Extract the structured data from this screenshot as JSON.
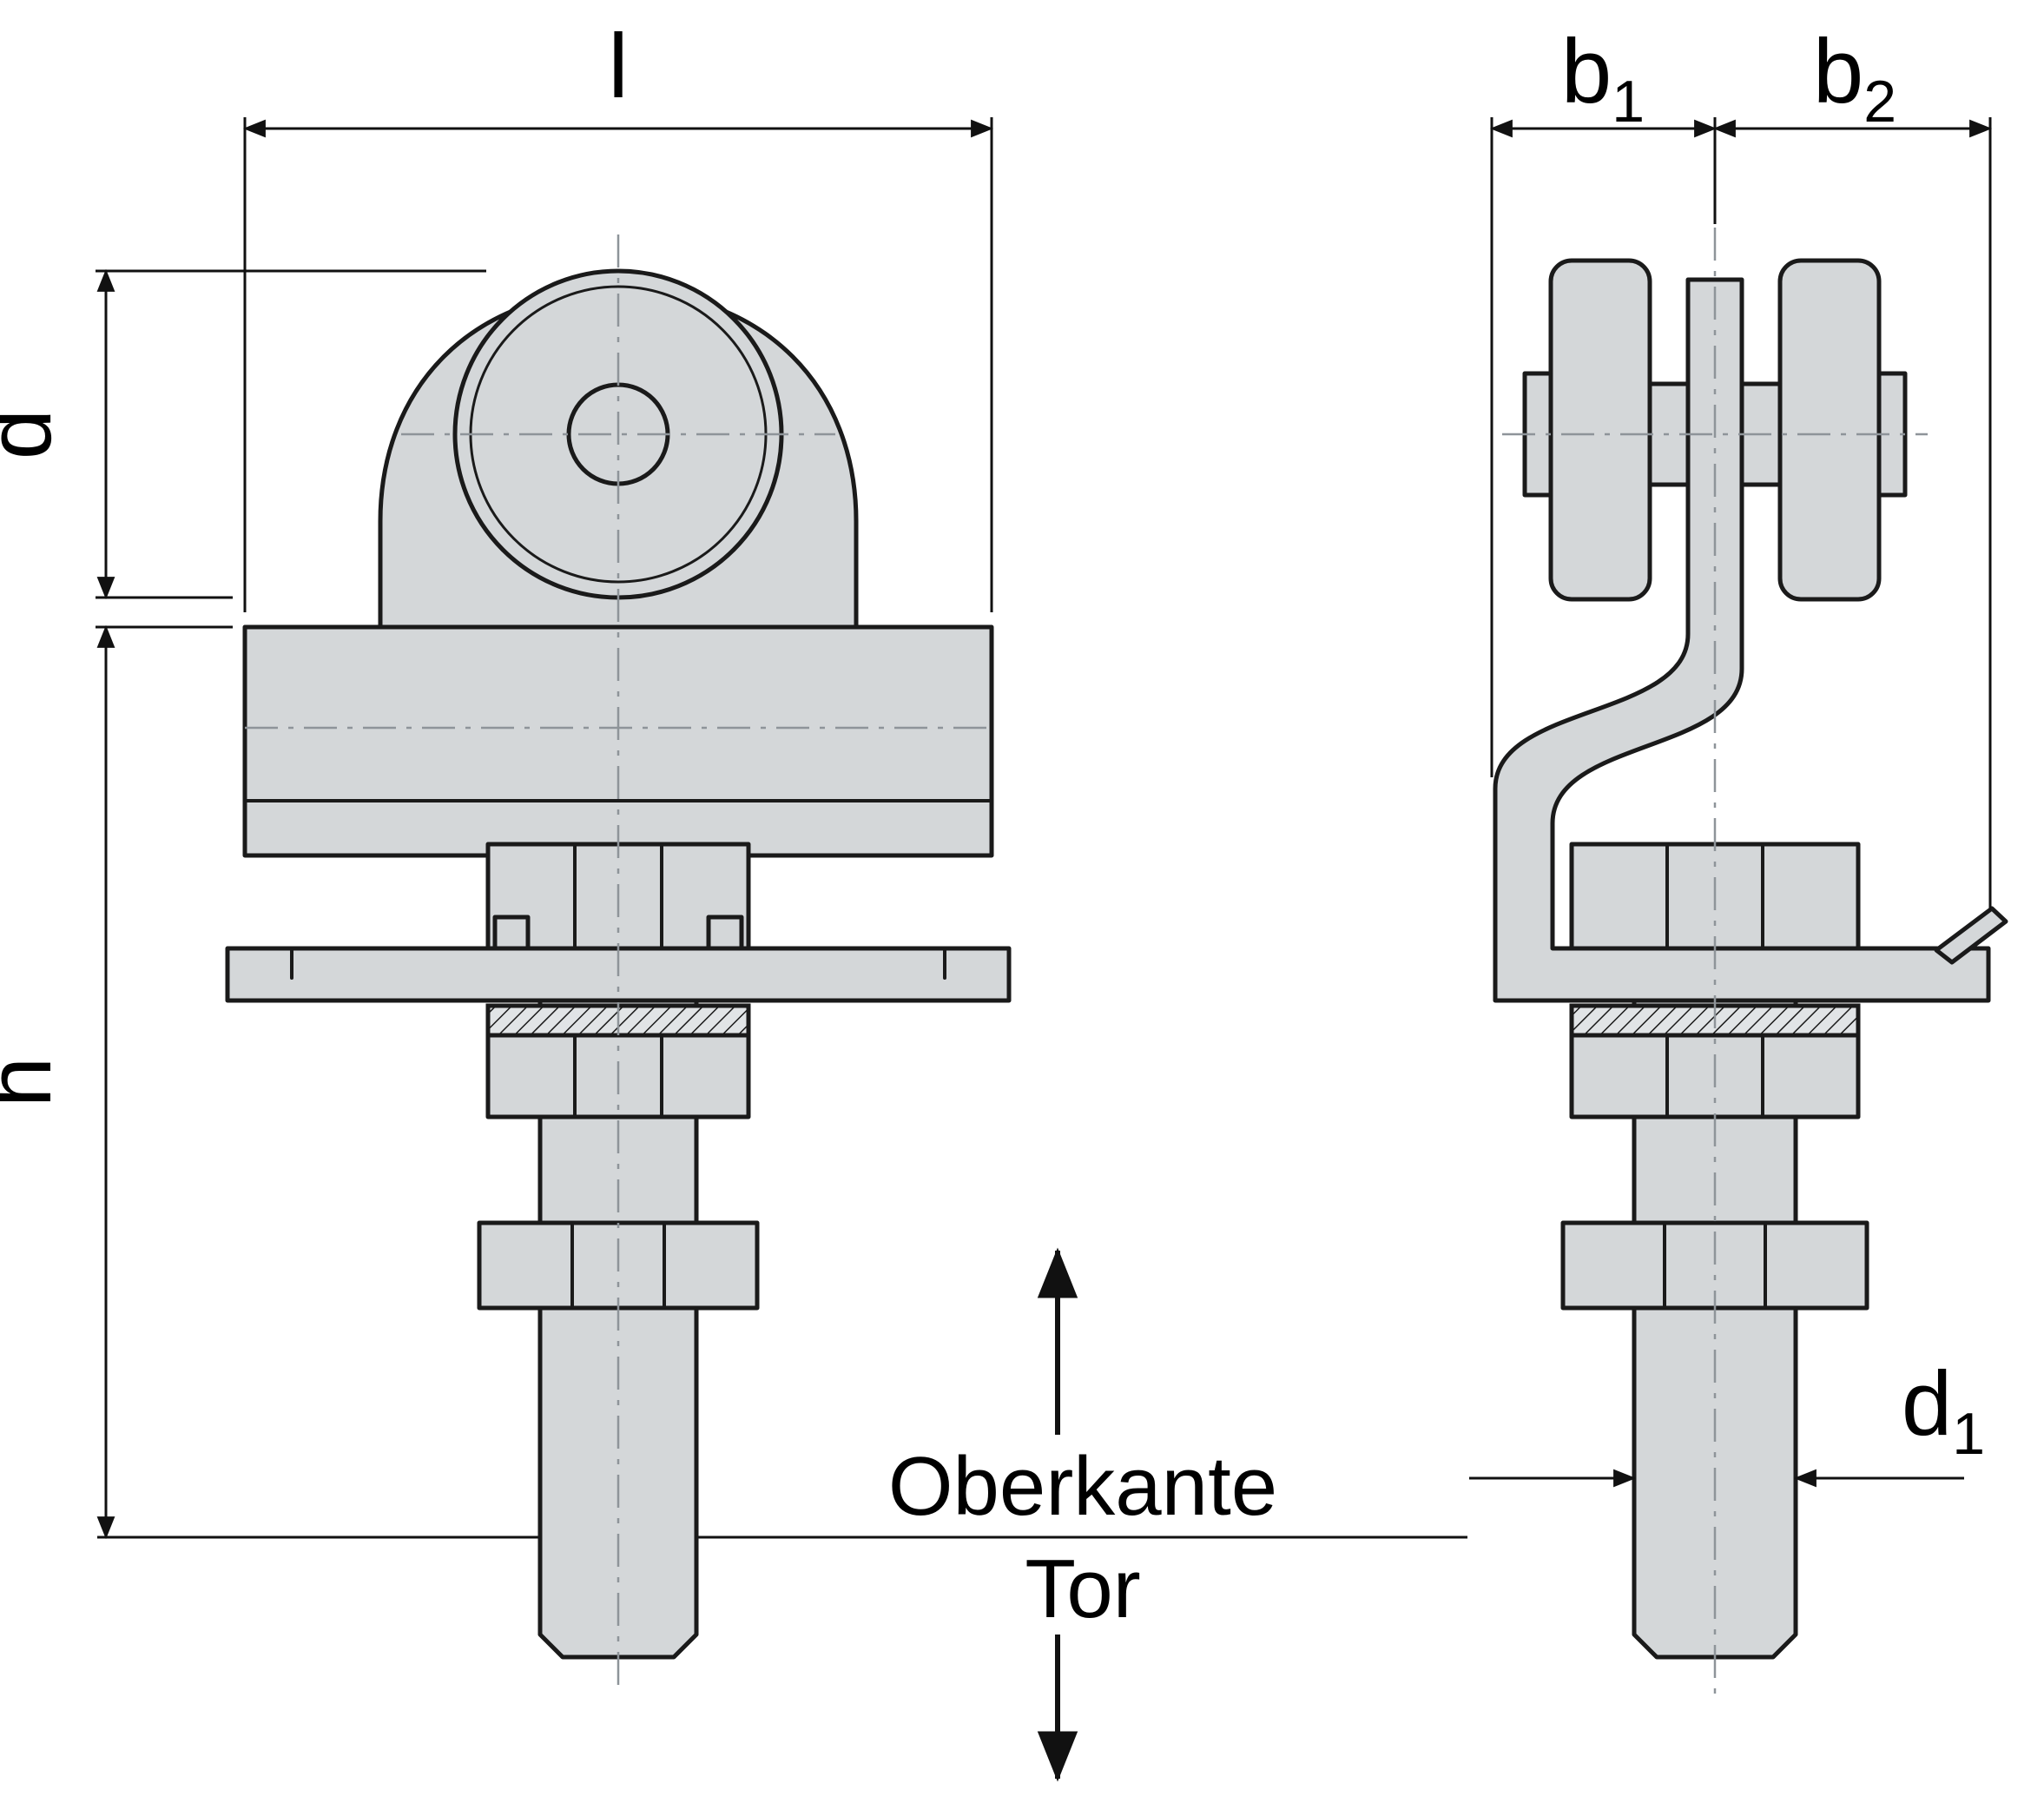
{
  "drawing": {
    "dim_l": "l",
    "dim_d": "d",
    "dim_h": "h",
    "dim_b1_base": "b",
    "dim_b1_sub": "1",
    "dim_b2_base": "b",
    "dim_b2_sub": "2",
    "dim_d1_base": "d",
    "dim_d1_sub": "1",
    "gate_edge_top": "Oberkante",
    "gate_edge_bottom": "Tor"
  },
  "colors": {
    "background": "#ffffff",
    "part_fill": "#d4d7d9",
    "outline": "#1a1a1a",
    "centerline": "#8e9499",
    "dimension": "#111111",
    "text": "#000000"
  }
}
